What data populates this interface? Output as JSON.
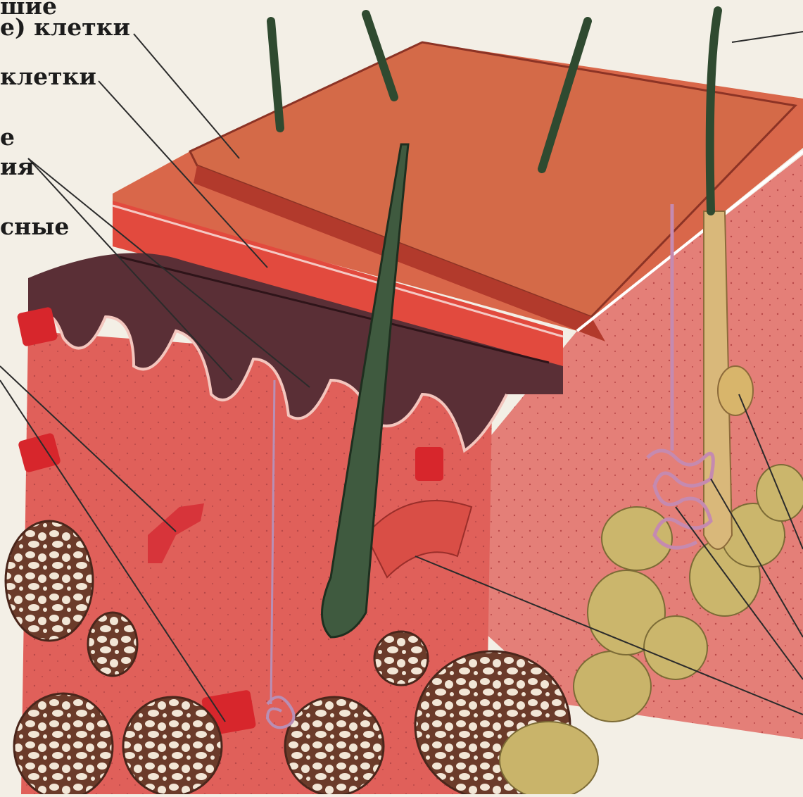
{
  "labels": {
    "top_left_1": "шие",
    "top_left_2": "е) клетки",
    "top_left_3": "клетки",
    "top_left_4": "е",
    "top_left_5": "ия",
    "top_left_6": "сные"
  },
  "colors": {
    "background": "#f3efe6",
    "epidermis_top": "#d9674a",
    "epidermis_layer": "#e0573f",
    "dermis": "#e06a5e",
    "pigment_layer": "#5a2f36",
    "hair": "#3f5a3f",
    "fat_lobule": "#c9b46a",
    "fat_tissue_cross_section": "#6b3b2a"
  }
}
